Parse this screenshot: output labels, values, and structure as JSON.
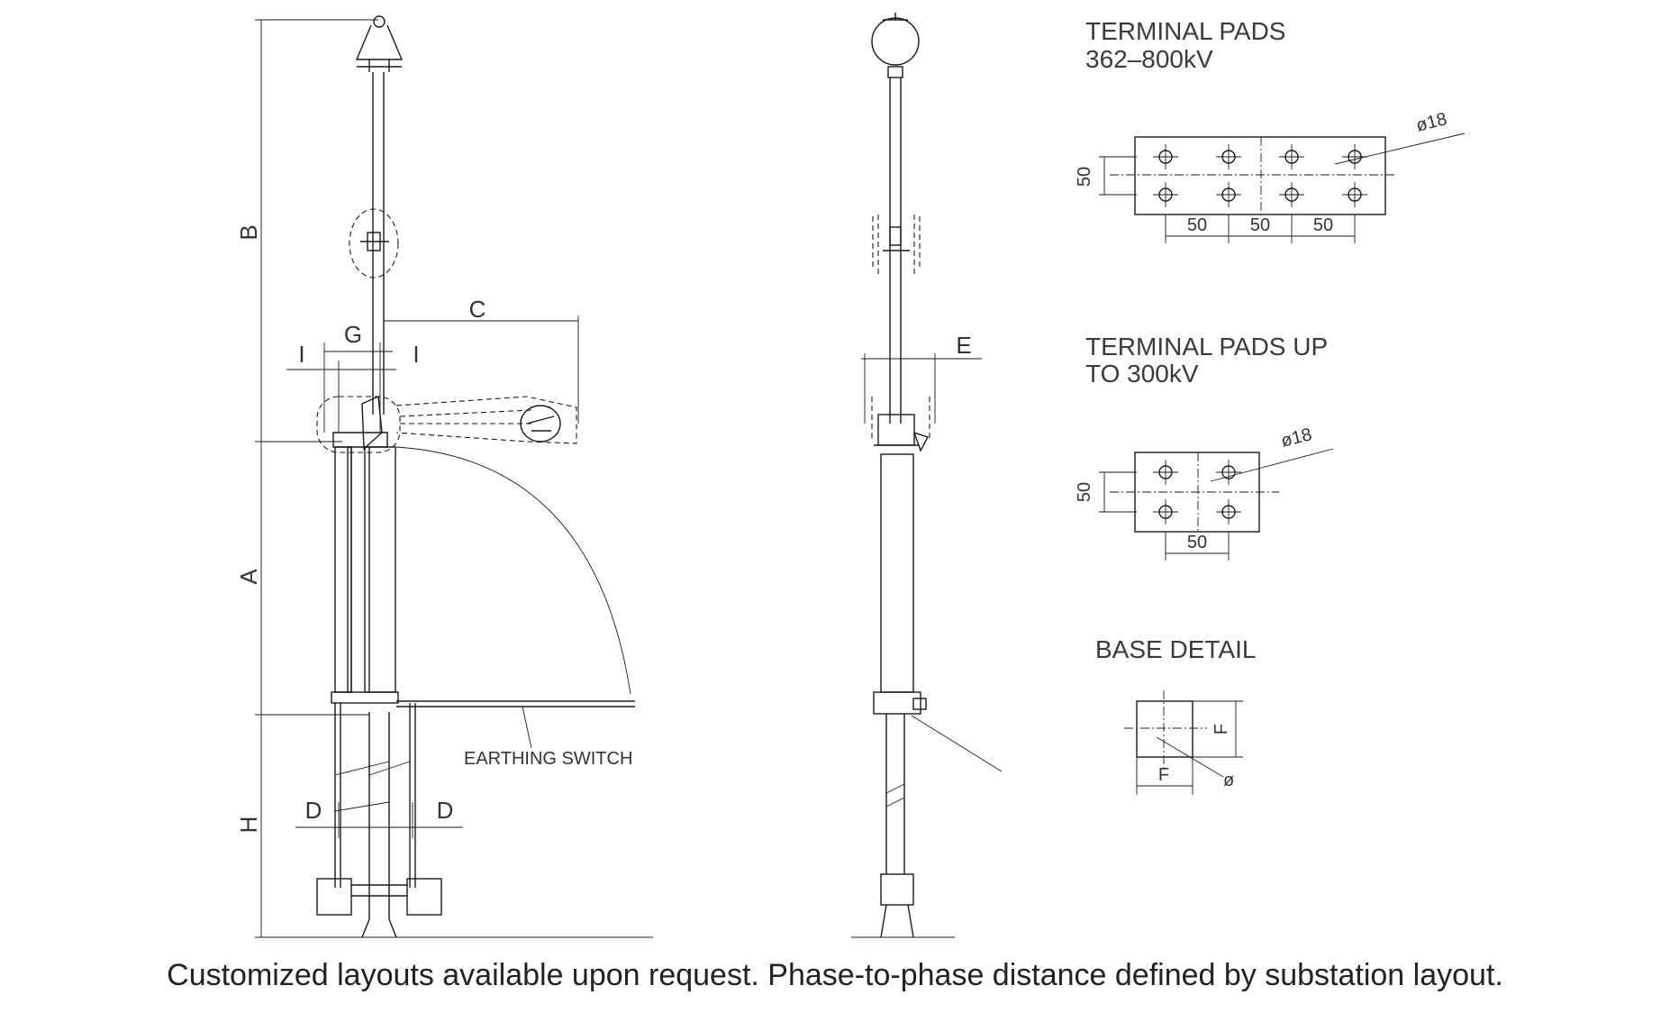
{
  "side_view": {
    "dimensions": {
      "a": "A",
      "b": "B",
      "c": "C",
      "d_left": "D",
      "d_right": "D",
      "g": "G",
      "h": "H",
      "i_left": "I",
      "i_right": "I"
    },
    "earthing_switch_label": "EARTHING SWITCH"
  },
  "front_view": {
    "dimension_e": "E"
  },
  "pads_high": {
    "title_line1": "TERMINAL PADS",
    "title_line2": "362–800kV",
    "hole_label": "ø18",
    "height_label": "50",
    "spacing_labels": [
      "50",
      "50",
      "50"
    ]
  },
  "pads_low": {
    "title_line1": "TERMINAL PADS UP",
    "title_line2": "TO 300kV",
    "hole_label": "ø18",
    "height_label": "50",
    "spacing_label": "50"
  },
  "base_detail": {
    "title": "BASE DETAIL",
    "f_vertical": "F",
    "f_horizontal": "F",
    "hole_label": "ø"
  },
  "footer": "Customized layouts available upon request. Phase-to-phase distance defined by substation layout."
}
